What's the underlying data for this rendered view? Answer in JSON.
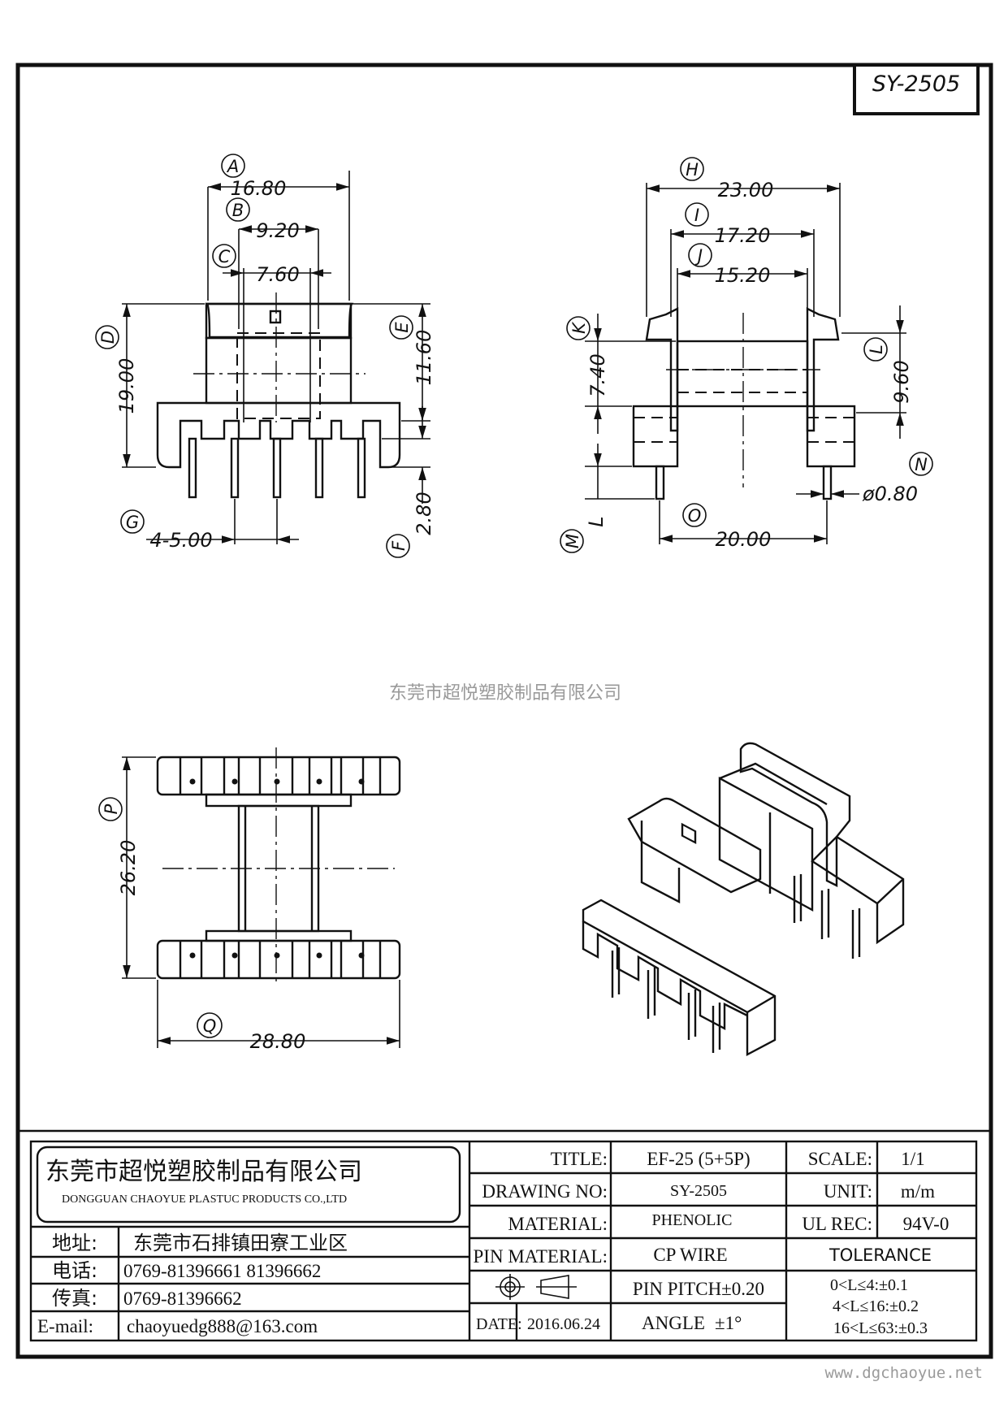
{
  "drawing_number": "SY-2505",
  "watermark": "东莞市超悦塑胶制品有限公司",
  "website": "www.dgchaoyue.net",
  "front_view": {
    "dims": [
      {
        "label": "A",
        "value": "16.80"
      },
      {
        "label": "B",
        "value": "9.20"
      },
      {
        "label": "C",
        "value": "7.60"
      },
      {
        "label": "D",
        "value": "19.00"
      },
      {
        "label": "E",
        "value": "11.60"
      },
      {
        "label": "F",
        "value": "2.80"
      },
      {
        "label": "G",
        "value": "4-5.00"
      }
    ]
  },
  "side_view": {
    "dims": [
      {
        "label": "H",
        "value": "23.00"
      },
      {
        "label": "I",
        "value": "17.20"
      },
      {
        "label": "J",
        "value": "15.20"
      },
      {
        "label": "K",
        "value": "7.40"
      },
      {
        "label": "L",
        "value": "9.60"
      },
      {
        "label": "M",
        "value": "L"
      },
      {
        "label": "N",
        "value": "ø0.80"
      },
      {
        "label": "O",
        "value": "20.00"
      }
    ]
  },
  "top_view": {
    "dims": [
      {
        "label": "P",
        "value": "26.20"
      },
      {
        "label": "Q",
        "value": "28.80"
      }
    ]
  },
  "title_block": {
    "company_cn": "东莞市超悦塑胶制品有限公司",
    "company_en": "DONGGUAN CHAOYUE PLASTUC PRODUCTS CO.,LTD",
    "address_label": "地址:",
    "address_value": "东莞市石排镇田寮工业区",
    "phone_label": "电话:",
    "phone_value": "0769-81396661  81396662",
    "fax_label": "传真:",
    "fax_value": "0769-81396662",
    "email_label": "E-mail:",
    "email_value": "chaoyuedg888@163.com",
    "title_label": "TITLE:",
    "title_value": "EF-25 (5+5P)",
    "drawing_no_label": "DRAWING NO:",
    "drawing_no_value": "SY-2505",
    "material_label": "MATERIAL:",
    "material_value": "PHENOLIC",
    "pin_material_label": "PIN MATERIAL:",
    "pin_material_value": "CP WIRE",
    "pin_pitch": "PIN PITCH±0.20",
    "date_label": "DATE:",
    "date_value": "2016.06.24",
    "angle_label": "ANGLE",
    "angle_value": "±1°",
    "scale_label": "SCALE:",
    "scale_value": "1/1",
    "unit_label": "UNIT:",
    "unit_value": "m/m",
    "ul_label": "UL REC:",
    "ul_value": "94V-0",
    "tolerance_label": "TOLERANCE",
    "tolerances": [
      "0<L≤4:±0.1",
      "4<L≤16:±0.2",
      "16<L≤63:±0.3"
    ]
  }
}
